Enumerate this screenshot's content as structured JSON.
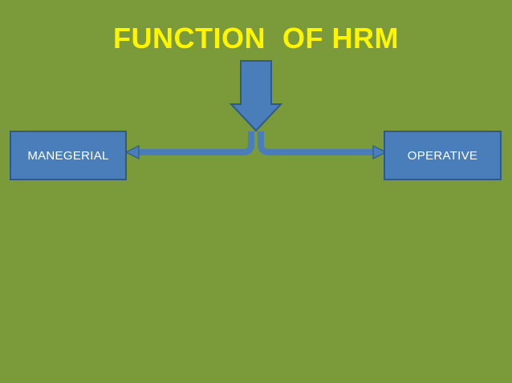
{
  "slide": {
    "title": "FUNCTION  OF HRM",
    "background_color": "#7B9A3A",
    "title_color": "#FFF500"
  },
  "diagram": {
    "shape_fill": "#4A7EBB",
    "shape_stroke": "#2E5A8A",
    "label_color": "#FFFFFF",
    "nodes": [
      {
        "id": "managerial",
        "label": "MANEGERIAL",
        "shape": "rectangle"
      },
      {
        "id": "operative",
        "label": "OPERATIVE",
        "shape": "rectangle"
      }
    ],
    "connectors": [
      {
        "id": "down-block-arrow",
        "icon": "down-arrow-icon",
        "direction": "down",
        "style": "block-arrow"
      },
      {
        "id": "arrow-to-managerial",
        "icon": "left-arrow-icon",
        "direction": "left",
        "target": "managerial",
        "style": "elbow-line-arrow"
      },
      {
        "id": "arrow-to-operative",
        "icon": "right-arrow-icon",
        "direction": "right",
        "target": "operative",
        "style": "elbow-line-arrow"
      }
    ]
  }
}
